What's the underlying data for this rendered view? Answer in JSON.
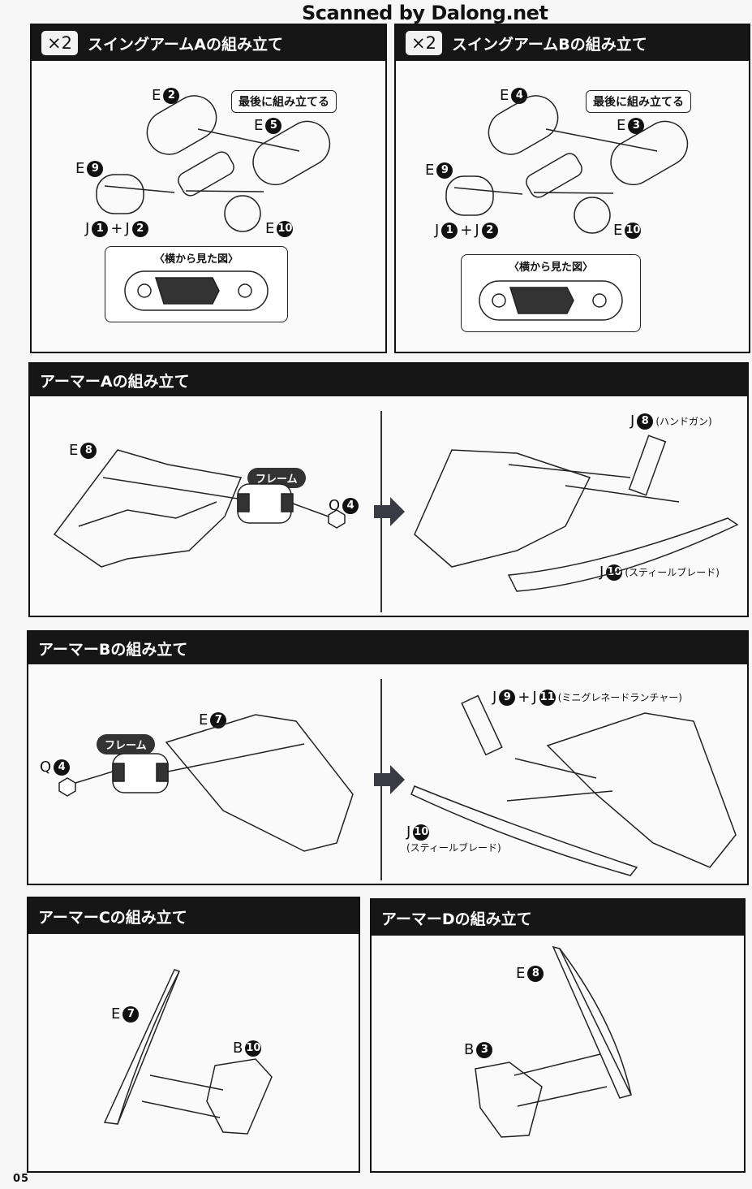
{
  "watermark": "Scanned by Dalong.net",
  "page_number": "05",
  "swing_arm_a": {
    "qty": "×2",
    "title": "スイングアームAの組み立て",
    "callout": "最後に組み立てる",
    "side_view_title": "〈横から見た図〉",
    "parts": [
      {
        "letter": "E",
        "num": "2"
      },
      {
        "letter": "E",
        "num": "5"
      },
      {
        "letter": "E",
        "num": "9"
      },
      {
        "letter": "E",
        "num": "10"
      }
    ],
    "combo": {
      "a_letter": "J",
      "a_num": "1",
      "plus": "+",
      "b_letter": "J",
      "b_num": "2"
    }
  },
  "swing_arm_b": {
    "qty": "×2",
    "title": "スイングアームBの組み立て",
    "callout": "最後に組み立てる",
    "side_view_title": "〈横から見た図〉",
    "parts": [
      {
        "letter": "E",
        "num": "4"
      },
      {
        "letter": "E",
        "num": "3"
      },
      {
        "letter": "E",
        "num": "9"
      },
      {
        "letter": "E",
        "num": "10"
      }
    ],
    "combo": {
      "a_letter": "J",
      "a_num": "1",
      "plus": "+",
      "b_letter": "J",
      "b_num": "2"
    }
  },
  "armor_a": {
    "title": "アーマーAの組み立て",
    "frame_label": "フレーム",
    "parts": [
      {
        "letter": "E",
        "num": "8"
      },
      {
        "letter": "Q",
        "num": "4"
      }
    ],
    "weapons": [
      {
        "letter": "J",
        "num": "8",
        "name": "(ハンドガン)"
      },
      {
        "letter": "J",
        "num": "10",
        "name": "(スティールブレード)"
      }
    ]
  },
  "armor_b": {
    "title": "アーマーBの組み立て",
    "frame_label": "フレーム",
    "parts": [
      {
        "letter": "E",
        "num": "7"
      },
      {
        "letter": "Q",
        "num": "4"
      }
    ],
    "weapons": [
      {
        "letter": "J",
        "num": "9",
        "plus": "+",
        "letter2": "J",
        "num2": "11",
        "name": "(ミニグレネードランチャー)"
      },
      {
        "letter": "J",
        "num": "10",
        "name": "(スティールブレード)"
      }
    ]
  },
  "armor_c": {
    "title": "アーマーCの組み立て",
    "parts": [
      {
        "letter": "E",
        "num": "7"
      },
      {
        "letter": "B",
        "num": "10"
      }
    ]
  },
  "armor_d": {
    "title": "アーマーDの組み立て",
    "parts": [
      {
        "letter": "E",
        "num": "8"
      },
      {
        "letter": "B",
        "num": "3"
      }
    ]
  }
}
